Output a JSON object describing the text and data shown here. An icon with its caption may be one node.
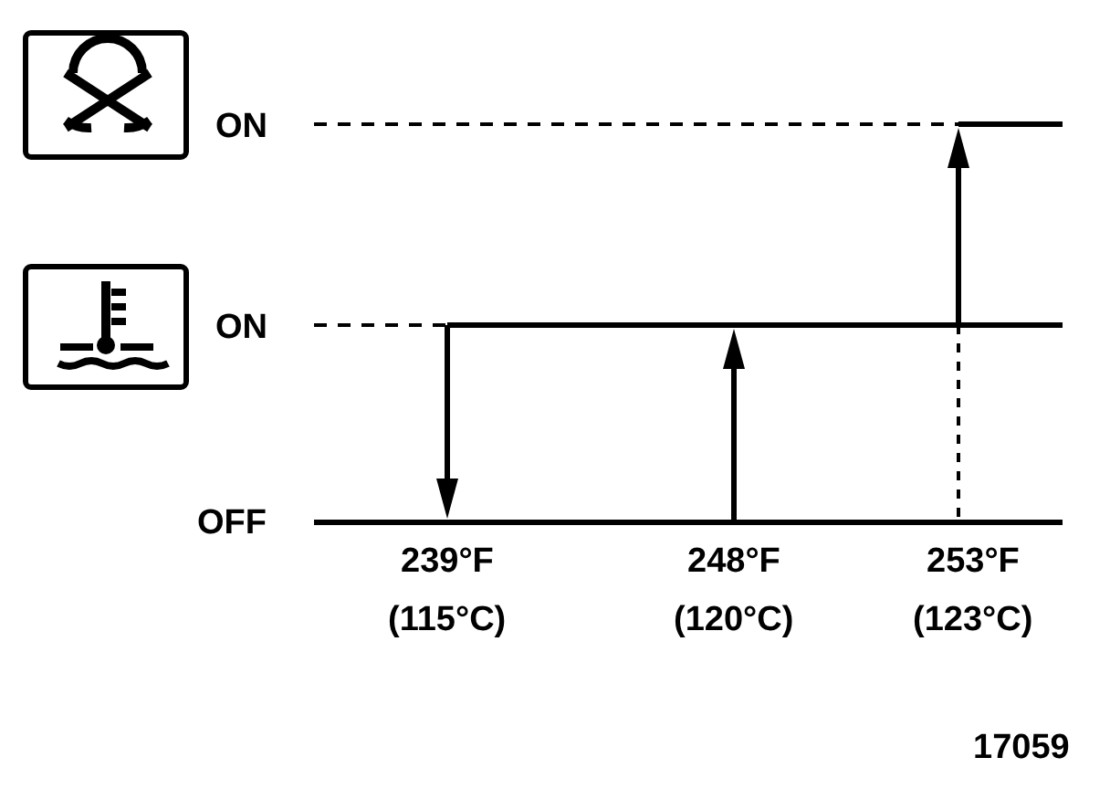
{
  "diagram": {
    "labels": [
      "ON",
      "ON",
      "OFF",
      "239°F",
      "248°F",
      "253°F",
      "(115°C)",
      "(120°C)",
      "(123°C)",
      "17059"
    ]
  }
}
